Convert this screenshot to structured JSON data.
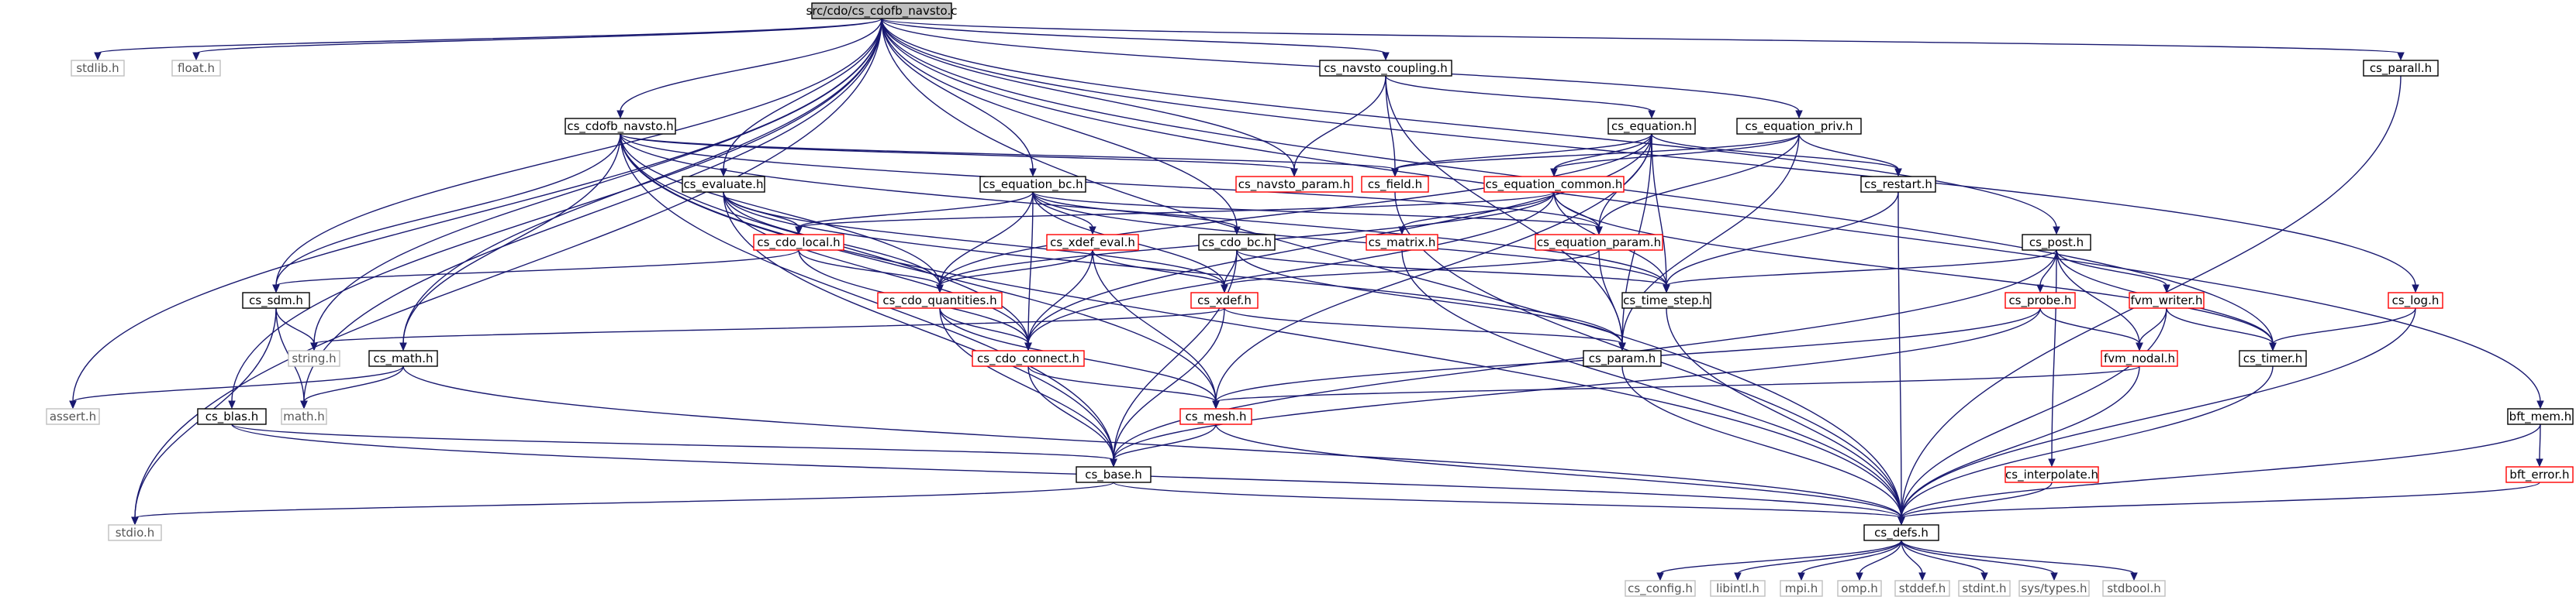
{
  "colors": {
    "edge": "#191970",
    "root_fill": "#bfbfbf",
    "border_normal": "#000000",
    "border_truncated": "#ff0000",
    "border_system": "#bfbfbf",
    "text": "#000000",
    "text_system": "#555555"
  },
  "nodes": [
    {
      "id": "root",
      "label": "src/cdo/cs_cdofb_navsto.c",
      "kind": "root"
    },
    {
      "id": "stdlib",
      "label": "stdlib.h",
      "kind": "system"
    },
    {
      "id": "float",
      "label": "float.h",
      "kind": "system"
    },
    {
      "id": "navsto_coupling",
      "label": "cs_navsto_coupling.h",
      "kind": "normal"
    },
    {
      "id": "equation_priv",
      "label": "cs_equation_priv.h",
      "kind": "normal"
    },
    {
      "id": "parall",
      "label": "cs_parall.h",
      "kind": "normal"
    },
    {
      "id": "bft_mem",
      "label": "bft_mem.h",
      "kind": "normal"
    },
    {
      "id": "cdofb_navsto_h",
      "label": "cs_cdofb_navsto.h",
      "kind": "normal"
    },
    {
      "id": "equation_h",
      "label": "cs_equation.h",
      "kind": "normal"
    },
    {
      "id": "evaluate",
      "label": "cs_evaluate.h",
      "kind": "normal"
    },
    {
      "id": "equation_bc",
      "label": "cs_equation_bc.h",
      "kind": "normal"
    },
    {
      "id": "navsto_param",
      "label": "cs_navsto_param.h",
      "kind": "truncated"
    },
    {
      "id": "field",
      "label": "cs_field.h",
      "kind": "truncated"
    },
    {
      "id": "equation_common",
      "label": "cs_equation_common.h",
      "kind": "truncated"
    },
    {
      "id": "restart",
      "label": "cs_restart.h",
      "kind": "normal"
    },
    {
      "id": "cdo_local",
      "label": "cs_cdo_local.h",
      "kind": "truncated"
    },
    {
      "id": "xdef_eval",
      "label": "cs_xdef_eval.h",
      "kind": "truncated"
    },
    {
      "id": "cdo_bc",
      "label": "cs_cdo_bc.h",
      "kind": "normal"
    },
    {
      "id": "matrix",
      "label": "cs_matrix.h",
      "kind": "truncated"
    },
    {
      "id": "equation_param",
      "label": "cs_equation_param.h",
      "kind": "truncated"
    },
    {
      "id": "post",
      "label": "cs_post.h",
      "kind": "normal"
    },
    {
      "id": "sdm",
      "label": "cs_sdm.h",
      "kind": "normal"
    },
    {
      "id": "cdo_quantities",
      "label": "cs_cdo_quantities.h",
      "kind": "truncated"
    },
    {
      "id": "xdef",
      "label": "cs_xdef.h",
      "kind": "truncated"
    },
    {
      "id": "time_step",
      "label": "cs_time_step.h",
      "kind": "normal"
    },
    {
      "id": "probe",
      "label": "cs_probe.h",
      "kind": "truncated"
    },
    {
      "id": "fvm_writer",
      "label": "fvm_writer.h",
      "kind": "truncated"
    },
    {
      "id": "log",
      "label": "cs_log.h",
      "kind": "truncated"
    },
    {
      "id": "string",
      "label": "string.h",
      "kind": "system"
    },
    {
      "id": "math_h",
      "label": "cs_math.h",
      "kind": "normal"
    },
    {
      "id": "cdo_connect",
      "label": "cs_cdo_connect.h",
      "kind": "truncated"
    },
    {
      "id": "param",
      "label": "cs_param.h",
      "kind": "normal"
    },
    {
      "id": "fvm_nodal",
      "label": "fvm_nodal.h",
      "kind": "truncated"
    },
    {
      "id": "timer",
      "label": "cs_timer.h",
      "kind": "normal"
    },
    {
      "id": "assert",
      "label": "assert.h",
      "kind": "system"
    },
    {
      "id": "mathsys",
      "label": "math.h",
      "kind": "system"
    },
    {
      "id": "blas",
      "label": "cs_blas.h",
      "kind": "normal"
    },
    {
      "id": "mesh",
      "label": "cs_mesh.h",
      "kind": "truncated"
    },
    {
      "id": "base",
      "label": "cs_base.h",
      "kind": "normal"
    },
    {
      "id": "interpolate",
      "label": "cs_interpolate.h",
      "kind": "truncated"
    },
    {
      "id": "bft_error",
      "label": "bft_error.h",
      "kind": "truncated"
    },
    {
      "id": "stdio",
      "label": "stdio.h",
      "kind": "system"
    },
    {
      "id": "defs",
      "label": "cs_defs.h",
      "kind": "normal"
    },
    {
      "id": "config",
      "label": "cs_config.h",
      "kind": "system"
    },
    {
      "id": "libintl",
      "label": "libintl.h",
      "kind": "system"
    },
    {
      "id": "mpi",
      "label": "mpi.h",
      "kind": "system"
    },
    {
      "id": "omp",
      "label": "omp.h",
      "kind": "system"
    },
    {
      "id": "stddef",
      "label": "stddef.h",
      "kind": "system"
    },
    {
      "id": "stdint",
      "label": "stdint.h",
      "kind": "system"
    },
    {
      "id": "systypes",
      "label": "sys/types.h",
      "kind": "system"
    },
    {
      "id": "stdbool",
      "label": "stdbool.h",
      "kind": "system"
    }
  ],
  "edges": [
    [
      "root",
      "stdlib"
    ],
    [
      "root",
      "float"
    ],
    [
      "root",
      "navsto_coupling"
    ],
    [
      "root",
      "equation_priv"
    ],
    [
      "root",
      "parall"
    ],
    [
      "root",
      "bft_mem"
    ],
    [
      "root",
      "cdofb_navsto_h"
    ],
    [
      "root",
      "evaluate"
    ],
    [
      "root",
      "equation_bc"
    ],
    [
      "root",
      "navsto_param"
    ],
    [
      "root",
      "cdo_bc"
    ],
    [
      "root",
      "post"
    ],
    [
      "root",
      "sdm"
    ],
    [
      "root",
      "log"
    ],
    [
      "root",
      "string"
    ],
    [
      "root",
      "math_h"
    ],
    [
      "root",
      "timer"
    ],
    [
      "root",
      "assert"
    ],
    [
      "root",
      "mathsys"
    ],
    [
      "root",
      "blas"
    ],
    [
      "root",
      "stdio"
    ],
    [
      "root",
      "defs"
    ],
    [
      "navsto_coupling",
      "equation_h"
    ],
    [
      "navsto_coupling",
      "navsto_param"
    ],
    [
      "navsto_coupling",
      "field"
    ],
    [
      "navsto_coupling",
      "param"
    ],
    [
      "equation_priv",
      "field"
    ],
    [
      "equation_priv",
      "equation_common"
    ],
    [
      "equation_priv",
      "restart"
    ],
    [
      "equation_priv",
      "equation_param"
    ],
    [
      "equation_priv",
      "param"
    ],
    [
      "parall",
      "defs"
    ],
    [
      "bft_mem",
      "bft_error"
    ],
    [
      "bft_mem",
      "defs"
    ],
    [
      "cdofb_navsto_h",
      "navsto_param"
    ],
    [
      "cdofb_navsto_h",
      "field"
    ],
    [
      "cdofb_navsto_h",
      "equation_param"
    ],
    [
      "cdofb_navsto_h",
      "cdo_quantities"
    ],
    [
      "cdofb_navsto_h",
      "sdm"
    ],
    [
      "cdofb_navsto_h",
      "math_h"
    ],
    [
      "cdofb_navsto_h",
      "cdo_connect"
    ],
    [
      "cdofb_navsto_h",
      "time_step"
    ],
    [
      "cdofb_navsto_h",
      "mesh"
    ],
    [
      "cdofb_navsto_h",
      "base"
    ],
    [
      "cdofb_navsto_h",
      "defs"
    ],
    [
      "equation_h",
      "field"
    ],
    [
      "equation_h",
      "equation_common"
    ],
    [
      "equation_h",
      "restart"
    ],
    [
      "equation_h",
      "equation_param"
    ],
    [
      "equation_h",
      "time_step"
    ],
    [
      "equation_h",
      "param"
    ],
    [
      "equation_h",
      "mesh"
    ],
    [
      "equation_h",
      "cdo_connect"
    ],
    [
      "equation_h",
      "cdo_quantities"
    ],
    [
      "evaluate",
      "cdo_local"
    ],
    [
      "evaluate",
      "cdo_quantities"
    ],
    [
      "evaluate",
      "cdo_connect"
    ],
    [
      "evaluate",
      "xdef"
    ],
    [
      "evaluate",
      "param"
    ],
    [
      "evaluate",
      "base"
    ],
    [
      "equation_bc",
      "cdo_local"
    ],
    [
      "equation_bc",
      "xdef_eval"
    ],
    [
      "equation_bc",
      "cdo_bc"
    ],
    [
      "equation_bc",
      "cdo_quantities"
    ],
    [
      "equation_bc",
      "cdo_connect"
    ],
    [
      "equation_bc",
      "time_step"
    ],
    [
      "equation_bc",
      "equation_param"
    ],
    [
      "equation_bc",
      "xdef"
    ],
    [
      "field",
      "defs"
    ],
    [
      "equation_common",
      "cdo_local"
    ],
    [
      "equation_common",
      "matrix"
    ],
    [
      "equation_common",
      "equation_param"
    ],
    [
      "equation_common",
      "cdo_quantities"
    ],
    [
      "equation_common",
      "cdo_connect"
    ],
    [
      "equation_common",
      "time_step"
    ],
    [
      "equation_common",
      "timer"
    ],
    [
      "restart",
      "time_step"
    ],
    [
      "restart",
      "defs"
    ],
    [
      "cdo_local",
      "sdm"
    ],
    [
      "cdo_local",
      "cdo_quantities"
    ],
    [
      "cdo_local",
      "cdo_connect"
    ],
    [
      "xdef_eval",
      "cdo_quantities"
    ],
    [
      "xdef_eval",
      "cdo_connect"
    ],
    [
      "xdef_eval",
      "xdef"
    ],
    [
      "xdef_eval",
      "mesh"
    ],
    [
      "cdo_bc",
      "xdef"
    ],
    [
      "cdo_bc",
      "time_step"
    ],
    [
      "cdo_bc",
      "param"
    ],
    [
      "cdo_bc",
      "base"
    ],
    [
      "matrix",
      "defs"
    ],
    [
      "equation_param",
      "xdef"
    ],
    [
      "equation_param",
      "param"
    ],
    [
      "post",
      "time_step"
    ],
    [
      "post",
      "probe"
    ],
    [
      "post",
      "fvm_writer"
    ],
    [
      "post",
      "fvm_nodal"
    ],
    [
      "post",
      "interpolate"
    ],
    [
      "post",
      "timer"
    ],
    [
      "post",
      "base"
    ],
    [
      "sdm",
      "string"
    ],
    [
      "sdm",
      "mathsys"
    ],
    [
      "sdm",
      "stdio"
    ],
    [
      "cdo_quantities",
      "cdo_connect"
    ],
    [
      "cdo_quantities",
      "mesh"
    ],
    [
      "cdo_quantities",
      "base"
    ],
    [
      "xdef",
      "string"
    ],
    [
      "xdef",
      "param"
    ],
    [
      "xdef",
      "base"
    ],
    [
      "time_step",
      "defs"
    ],
    [
      "probe",
      "fvm_nodal"
    ],
    [
      "probe",
      "mesh"
    ],
    [
      "probe",
      "base"
    ],
    [
      "fvm_writer",
      "fvm_nodal"
    ],
    [
      "fvm_writer",
      "timer"
    ],
    [
      "fvm_writer",
      "defs"
    ],
    [
      "log",
      "timer"
    ],
    [
      "log",
      "defs"
    ],
    [
      "math_h",
      "assert"
    ],
    [
      "math_h",
      "mathsys"
    ],
    [
      "math_h",
      "defs"
    ],
    [
      "cdo_connect",
      "mesh"
    ],
    [
      "cdo_connect",
      "base"
    ],
    [
      "param",
      "defs"
    ],
    [
      "fvm_nodal",
      "mesh"
    ],
    [
      "fvm_nodal",
      "defs"
    ],
    [
      "timer",
      "defs"
    ],
    [
      "blas",
      "base"
    ],
    [
      "blas",
      "defs"
    ],
    [
      "mesh",
      "base"
    ],
    [
      "mesh",
      "defs"
    ],
    [
      "base",
      "stdio"
    ],
    [
      "base",
      "defs"
    ],
    [
      "interpolate",
      "defs"
    ],
    [
      "bft_error",
      "defs"
    ],
    [
      "defs",
      "config"
    ],
    [
      "defs",
      "libintl"
    ],
    [
      "defs",
      "mpi"
    ],
    [
      "defs",
      "omp"
    ],
    [
      "defs",
      "stddef"
    ],
    [
      "defs",
      "stdint"
    ],
    [
      "defs",
      "systypes"
    ],
    [
      "defs",
      "stdbool"
    ]
  ]
}
